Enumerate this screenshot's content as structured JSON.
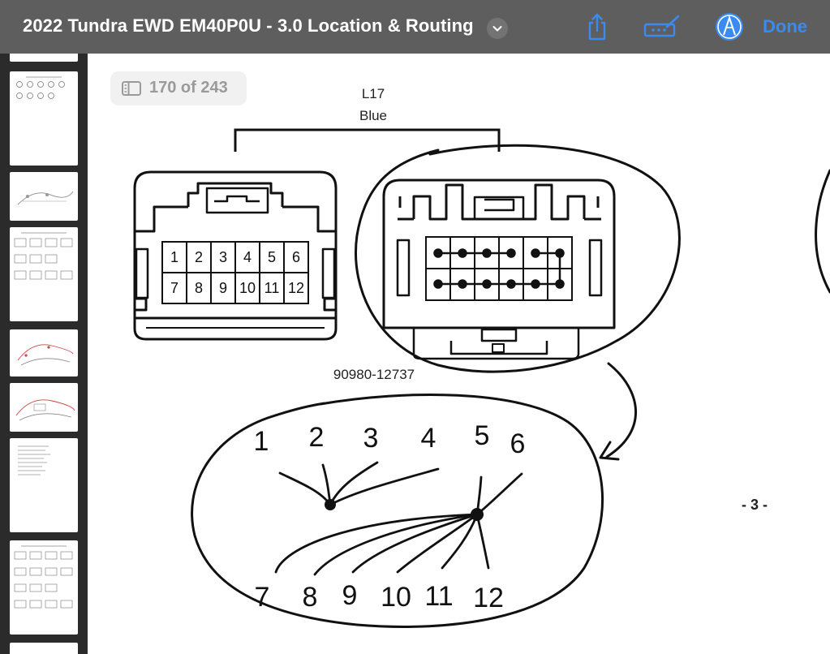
{
  "toolbar": {
    "title": "2022 Tundra EWD EM40P0U - 3.0 Location & Routing",
    "title_menu_icon": "chevron-down-icon",
    "share_icon": "share-icon",
    "markup_icon": "markup-icon",
    "pencil_icon": "pencil-tip-icon",
    "done_label": "Done"
  },
  "page_indicator": {
    "label": "170 of 243"
  },
  "connector": {
    "code": "L17",
    "color": "Blue",
    "part_number": "90980-12737",
    "pins_top": [
      "1",
      "2",
      "3",
      "4",
      "5",
      "6"
    ],
    "pins_bottom": [
      "7",
      "8",
      "9",
      "10",
      "11",
      "12"
    ]
  },
  "page_footer": "- 3 -",
  "handwritten": {
    "top_row": [
      "1",
      "2",
      "3",
      "4",
      "5",
      "6"
    ],
    "bottom_row": [
      "7",
      "8",
      "9",
      "10",
      "11",
      "12"
    ]
  },
  "colors": {
    "toolbar_bg": "#5e5e5e",
    "accent_blue": "#3a8bf0",
    "sidebar_bg": "#2b2b2b"
  }
}
